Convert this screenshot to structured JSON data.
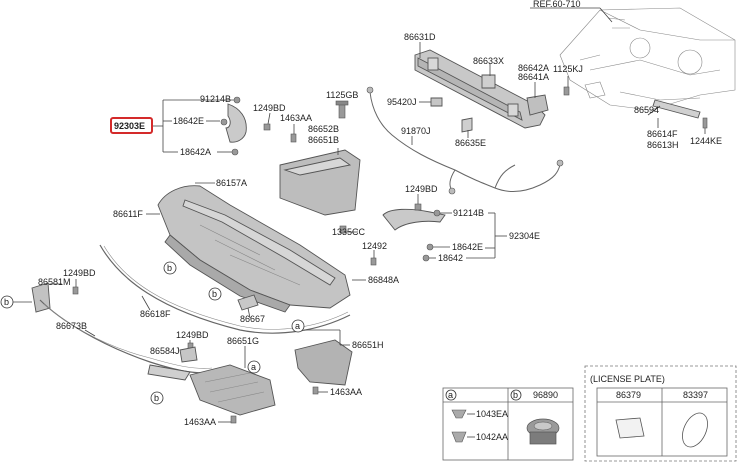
{
  "diagram": {
    "ref": "REF.60-710",
    "part_numbers": {
      "p86631D": "86631D",
      "p86633X": "86633X",
      "p86642A": "86642A",
      "p86641A": "86641A",
      "p1125KJ": "1125KJ",
      "p91214B_top": "91214B",
      "p1249BD_top": "1249BD",
      "p92303E": "92303E",
      "p18642E_top": "18642E",
      "p18642A": "18642A",
      "p1125GB": "1125GB",
      "p95420J": "95420J",
      "p1463AA_top": "1463AA",
      "p86652B": "86652B",
      "p86651B": "86651B",
      "p91870J": "91870J",
      "p86635E": "86635E",
      "p86594": "86594",
      "p86614F": "86614F",
      "p86613H": "86613H",
      "p1244KE": "1244KE",
      "p86157A": "86157A",
      "p86611F": "86611F",
      "p1249BD_right": "1249BD",
      "p91214B_right": "91214B",
      "p92304E": "92304E",
      "p1335CC": "1335CC",
      "p18642E_right": "18642E",
      "p12492": "12492",
      "p18642": "18642",
      "p86848A": "86848A",
      "p1249BD_left": "1249BD",
      "p86581M": "86581M",
      "p86618F": "86618F",
      "p86667": "86667",
      "p86673B": "86673B",
      "p1249BD_bottom": "1249BD",
      "p86584J": "86584J",
      "p86651G": "86651G",
      "p86651H": "86651H",
      "p1463AA_mid": "1463AA",
      "p1463AA_bottom": "1463AA"
    },
    "callouts": {
      "a": "a",
      "b": "b"
    },
    "legend": {
      "a_label": "a",
      "b_label": "b",
      "b_part": "96890",
      "a_items": [
        "1043EA",
        "1042AA"
      ]
    },
    "license_plate": {
      "title": "(LICENSE PLATE)",
      "parts": [
        "86379",
        "83397"
      ]
    },
    "highlight_color": "#d42a2a"
  }
}
